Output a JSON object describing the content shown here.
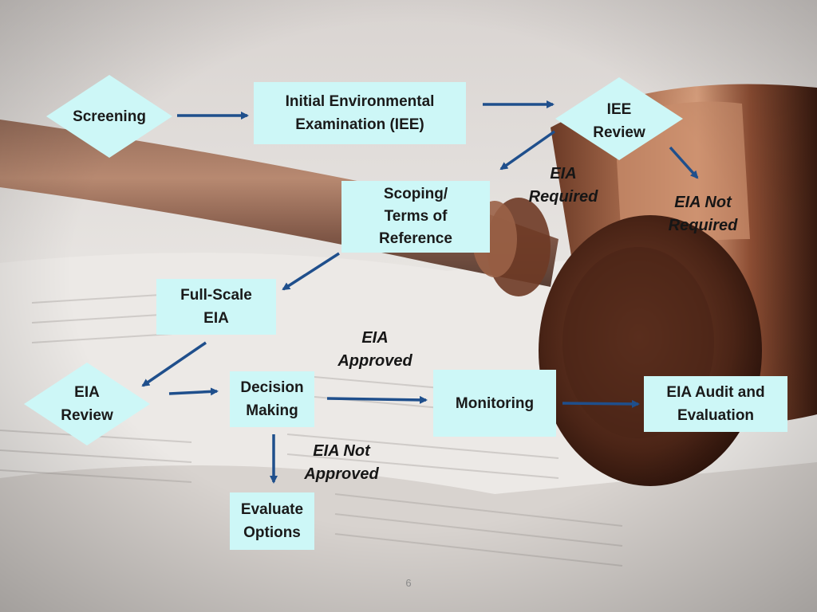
{
  "diagram": {
    "nodes": {
      "screening": "Screening",
      "iee": "Initial Environmental\nExamination (IEE)",
      "iee_review": "IEE\nReview",
      "scoping": "Scoping/\nTerms of\nReference",
      "full_scale_eia": "Full-Scale\nEIA",
      "eia_review": "EIA\nReview",
      "decision_making": "Decision\nMaking",
      "monitoring": "Monitoring",
      "audit": "EIA Audit and\nEvaluation",
      "evaluate_options": "Evaluate\nOptions"
    },
    "edge_labels": {
      "eia_required": "EIA\nRequired",
      "eia_not_required": "EIA Not\nRequired",
      "eia_approved": "EIA\nApproved",
      "eia_not_approved": "EIA Not\nApproved"
    },
    "page_number": "6"
  },
  "colors": {
    "box_fill": "#cdf7f7",
    "arrow": "#1f4f8c"
  },
  "background": {
    "description_icon": "gavel-on-law-book-photo"
  }
}
